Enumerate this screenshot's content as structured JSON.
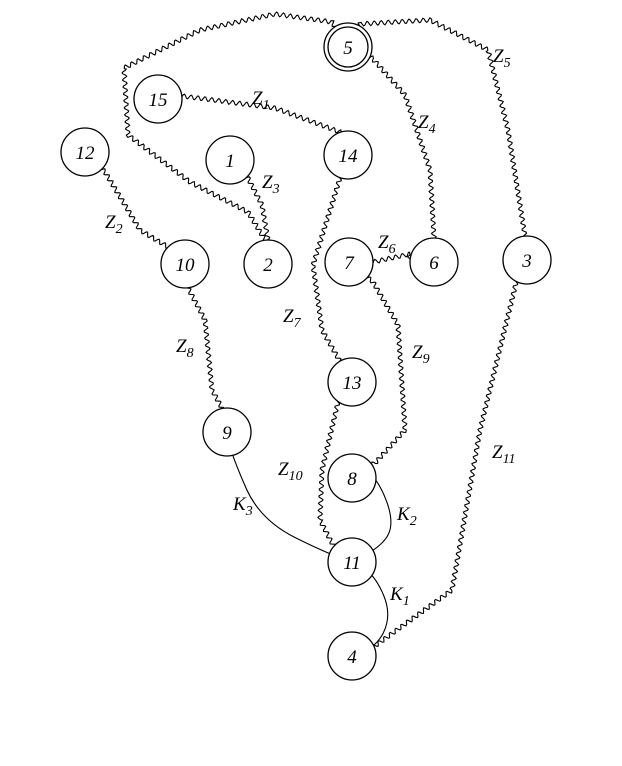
{
  "nodes": [
    {
      "id": "5",
      "label": "5",
      "double": true
    },
    {
      "id": "15",
      "label": "15"
    },
    {
      "id": "14",
      "label": "14"
    },
    {
      "id": "12",
      "label": "12"
    },
    {
      "id": "1",
      "label": "1"
    },
    {
      "id": "10",
      "label": "10"
    },
    {
      "id": "2",
      "label": "2"
    },
    {
      "id": "7",
      "label": "7"
    },
    {
      "id": "6",
      "label": "6"
    },
    {
      "id": "3",
      "label": "3"
    },
    {
      "id": "13",
      "label": "13"
    },
    {
      "id": "9",
      "label": "9"
    },
    {
      "id": "8",
      "label": "8"
    },
    {
      "id": "11",
      "label": "11"
    },
    {
      "id": "4",
      "label": "4"
    }
  ],
  "edges": [
    {
      "id": "Z1",
      "from": "15",
      "to": "14",
      "kind": "wavy",
      "label": "Z",
      "sub": "1"
    },
    {
      "id": "Z2",
      "from": "12",
      "to": "10",
      "kind": "wavy",
      "label": "Z",
      "sub": "2"
    },
    {
      "id": "Z3",
      "from": "1",
      "to": "2",
      "kind": "wavy",
      "label": "Z",
      "sub": "3"
    },
    {
      "id": "Z4",
      "from": "5",
      "to": "6",
      "kind": "wavy",
      "label": "Z",
      "sub": "4"
    },
    {
      "id": "Z5",
      "from": "5",
      "to": "3",
      "kind": "wavy",
      "label": "Z",
      "sub": "5"
    },
    {
      "id": "Z5b",
      "from": "5",
      "to": "2",
      "kind": "wavy",
      "label": "",
      "sub": ""
    },
    {
      "id": "Z6",
      "from": "7",
      "to": "6",
      "kind": "wavy",
      "label": "Z",
      "sub": "6"
    },
    {
      "id": "Z7",
      "from": "14",
      "to": "13",
      "kind": "wavy",
      "label": "Z",
      "sub": "7"
    },
    {
      "id": "Z8",
      "from": "10",
      "to": "9",
      "kind": "wavy",
      "label": "Z",
      "sub": "8"
    },
    {
      "id": "Z9",
      "from": "7",
      "to": "8",
      "kind": "wavy",
      "label": "Z",
      "sub": "9"
    },
    {
      "id": "Z10",
      "from": "13",
      "to": "11",
      "kind": "wavy",
      "label": "Z",
      "sub": "10"
    },
    {
      "id": "Z11",
      "from": "3",
      "to": "4",
      "kind": "wavy",
      "label": "Z",
      "sub": "11"
    },
    {
      "id": "K1",
      "from": "11",
      "to": "4",
      "kind": "smooth",
      "label": "K",
      "sub": "1"
    },
    {
      "id": "K2",
      "from": "8",
      "to": "11",
      "kind": "smooth",
      "label": "K",
      "sub": "2"
    },
    {
      "id": "K3",
      "from": "9",
      "to": "11",
      "kind": "smooth",
      "label": "K",
      "sub": "3"
    }
  ]
}
